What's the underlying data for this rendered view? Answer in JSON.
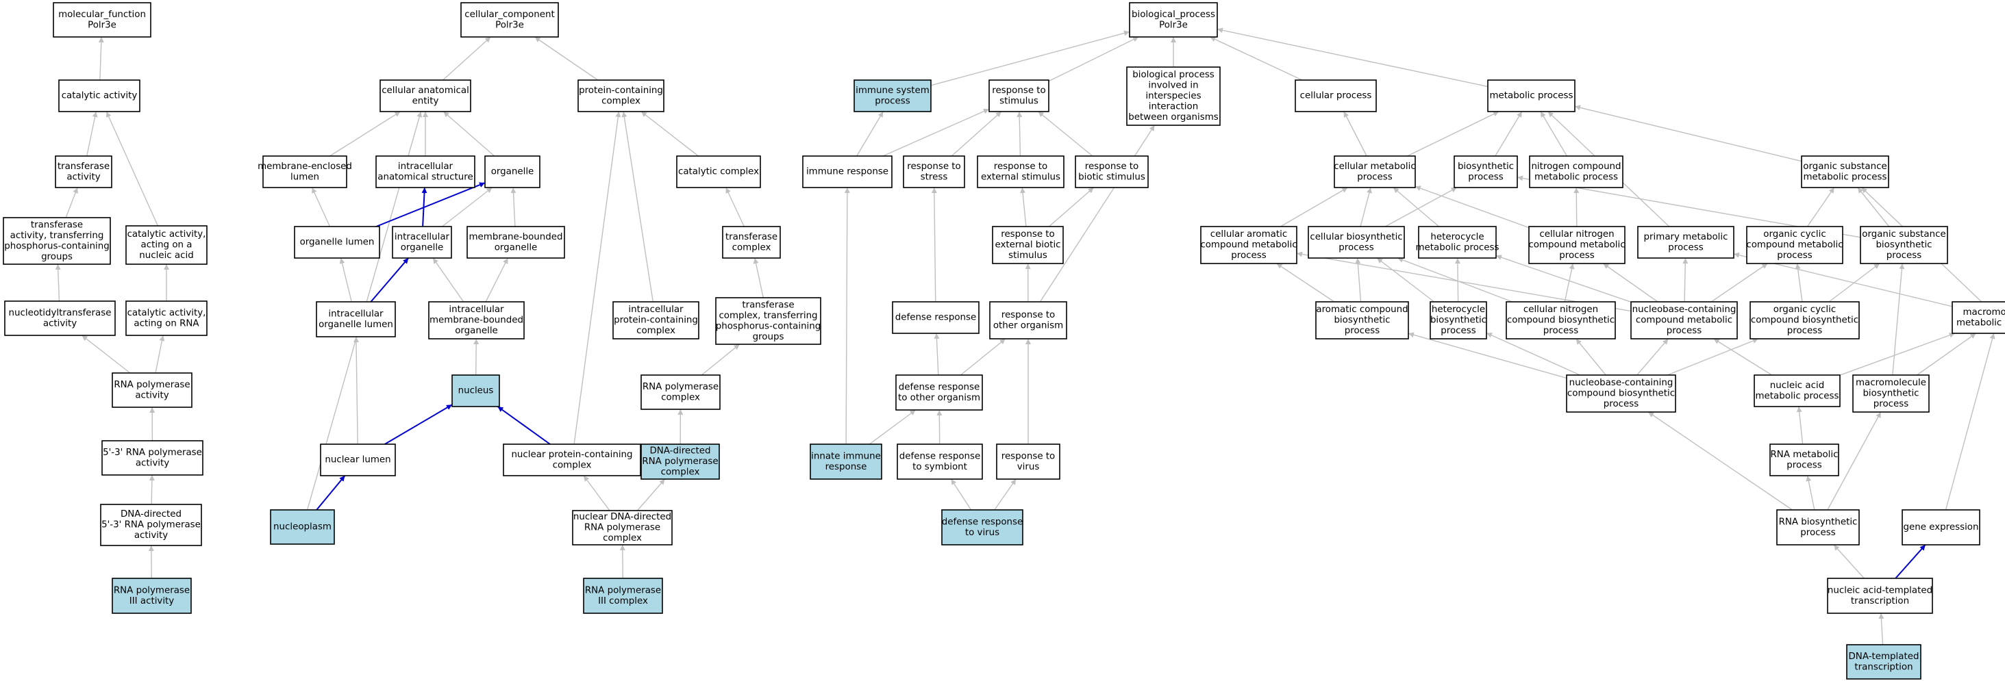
{
  "colors": {
    "plain_fill": "#ffffff",
    "highlight_fill": "#add8e6",
    "gray_edge": "#c0c0c0",
    "blue_edge": "#0000cc"
  },
  "nodes": [
    {
      "id": "mf",
      "lines": [
        "molecular_function",
        "Polr3e"
      ],
      "hl": false
    },
    {
      "id": "ca",
      "lines": [
        "catalytic activity"
      ],
      "hl": false
    },
    {
      "id": "ta",
      "lines": [
        "transferase",
        "activity"
      ],
      "hl": false
    },
    {
      "id": "tatp",
      "lines": [
        "transferase",
        "activity, transferring",
        "phosphorus-containing",
        "groups"
      ],
      "hl": false
    },
    {
      "id": "ntt",
      "lines": [
        "nucleotidyltransferase",
        "activity"
      ],
      "hl": false
    },
    {
      "id": "cana",
      "lines": [
        "catalytic activity,",
        "acting on a",
        "nucleic acid"
      ],
      "hl": false
    },
    {
      "id": "carna",
      "lines": [
        "catalytic activity,",
        "acting on RNA"
      ],
      "hl": false
    },
    {
      "id": "rnapa",
      "lines": [
        "RNA polymerase",
        "activity"
      ],
      "hl": false
    },
    {
      "id": "rna53",
      "lines": [
        "5'-3' RNA polymerase",
        "activity"
      ],
      "hl": false
    },
    {
      "id": "ddrna53",
      "lines": [
        "DNA-directed",
        "5'-3' RNA polymerase",
        "activity"
      ],
      "hl": false
    },
    {
      "id": "rnap3a",
      "lines": [
        "RNA polymerase",
        "III activity"
      ],
      "hl": true
    },
    {
      "id": "cc",
      "lines": [
        "cellular_component",
        "Polr3e"
      ],
      "hl": false
    },
    {
      "id": "cae",
      "lines": [
        "cellular anatomical",
        "entity"
      ],
      "hl": false
    },
    {
      "id": "pcc",
      "lines": [
        "protein-containing",
        "complex"
      ],
      "hl": false
    },
    {
      "id": "mel",
      "lines": [
        "membrane-enclosed",
        "lumen"
      ],
      "hl": false
    },
    {
      "id": "ias",
      "lines": [
        "intracellular",
        "anatomical structure"
      ],
      "hl": false
    },
    {
      "id": "org",
      "lines": [
        "organelle"
      ],
      "hl": false
    },
    {
      "id": "orgl",
      "lines": [
        "organelle lumen"
      ],
      "hl": false
    },
    {
      "id": "io",
      "lines": [
        "intracellular",
        "organelle"
      ],
      "hl": false
    },
    {
      "id": "mbo",
      "lines": [
        "membrane-bounded",
        "organelle"
      ],
      "hl": false
    },
    {
      "id": "iol",
      "lines": [
        "intracellular",
        "organelle lumen"
      ],
      "hl": false
    },
    {
      "id": "imbo",
      "lines": [
        "intracellular",
        "membrane-bounded",
        "organelle"
      ],
      "hl": false
    },
    {
      "id": "nuc",
      "lines": [
        "nucleus"
      ],
      "hl": true
    },
    {
      "id": "nl",
      "lines": [
        "nuclear lumen"
      ],
      "hl": false
    },
    {
      "id": "nuclp",
      "lines": [
        "nucleoplasm"
      ],
      "hl": true
    },
    {
      "id": "npcc",
      "lines": [
        "nuclear protein-containing",
        "complex"
      ],
      "hl": false
    },
    {
      "id": "catc",
      "lines": [
        "catalytic complex"
      ],
      "hl": false
    },
    {
      "id": "tc",
      "lines": [
        "transferase",
        "complex"
      ],
      "hl": false
    },
    {
      "id": "tctp",
      "lines": [
        "transferase",
        "complex, transferring",
        "phosphorus-containing",
        "groups"
      ],
      "hl": false
    },
    {
      "id": "ipcc",
      "lines": [
        "intracellular",
        "protein-containing",
        "complex"
      ],
      "hl": false
    },
    {
      "id": "rnapc",
      "lines": [
        "RNA polymerase",
        "complex"
      ],
      "hl": false
    },
    {
      "id": "ddrnapc",
      "lines": [
        "DNA-directed",
        "RNA polymerase",
        "complex"
      ],
      "hl": true
    },
    {
      "id": "nddrnapc",
      "lines": [
        "nuclear DNA-directed",
        "RNA polymerase",
        "complex"
      ],
      "hl": false
    },
    {
      "id": "rnap3c",
      "lines": [
        "RNA polymerase",
        "III complex"
      ],
      "hl": true
    },
    {
      "id": "bp",
      "lines": [
        "biological_process",
        "Polr3e"
      ],
      "hl": false
    },
    {
      "id": "isp",
      "lines": [
        "immune system",
        "process"
      ],
      "hl": true
    },
    {
      "id": "rts",
      "lines": [
        "response to",
        "stimulus"
      ],
      "hl": false
    },
    {
      "id": "bpii",
      "lines": [
        "biological process",
        "involved in",
        "interspecies",
        "interaction",
        "between organisms"
      ],
      "hl": false
    },
    {
      "id": "cp",
      "lines": [
        "cellular process"
      ],
      "hl": false
    },
    {
      "id": "mp",
      "lines": [
        "metabolic process"
      ],
      "hl": false
    },
    {
      "id": "ir",
      "lines": [
        "immune response"
      ],
      "hl": false
    },
    {
      "id": "rtst",
      "lines": [
        "response to",
        "stress"
      ],
      "hl": false
    },
    {
      "id": "rtes",
      "lines": [
        "response to",
        "external stimulus"
      ],
      "hl": false
    },
    {
      "id": "rtbs",
      "lines": [
        "response to",
        "biotic stimulus"
      ],
      "hl": false
    },
    {
      "id": "rtebs",
      "lines": [
        "response to",
        "external biotic",
        "stimulus"
      ],
      "hl": false
    },
    {
      "id": "dr",
      "lines": [
        "defense response"
      ],
      "hl": false
    },
    {
      "id": "rtoo",
      "lines": [
        "response to",
        "other organism"
      ],
      "hl": false
    },
    {
      "id": "drtoo",
      "lines": [
        "defense response",
        "to other organism"
      ],
      "hl": false
    },
    {
      "id": "iir",
      "lines": [
        "innate immune",
        "response"
      ],
      "hl": true
    },
    {
      "id": "drts",
      "lines": [
        "defense response",
        "to symbiont"
      ],
      "hl": false
    },
    {
      "id": "rtv",
      "lines": [
        "response to",
        "virus"
      ],
      "hl": false
    },
    {
      "id": "drtv",
      "lines": [
        "defense response",
        "to virus"
      ],
      "hl": true
    },
    {
      "id": "cmp",
      "lines": [
        "cellular metabolic",
        "process"
      ],
      "hl": false
    },
    {
      "id": "bsp",
      "lines": [
        "biosynthetic",
        "process"
      ],
      "hl": false
    },
    {
      "id": "ncmp",
      "lines": [
        "nitrogen compound",
        "metabolic process"
      ],
      "hl": false
    },
    {
      "id": "osmp",
      "lines": [
        "organic substance",
        "metabolic process"
      ],
      "hl": false
    },
    {
      "id": "cacmp",
      "lines": [
        "cellular aromatic",
        "compound metabolic",
        "process"
      ],
      "hl": false
    },
    {
      "id": "cbp",
      "lines": [
        "cellular biosynthetic",
        "process"
      ],
      "hl": false
    },
    {
      "id": "hmp",
      "lines": [
        "heterocycle",
        "metabolic process"
      ],
      "hl": false
    },
    {
      "id": "cncmp",
      "lines": [
        "cellular nitrogen",
        "compound metabolic",
        "process"
      ],
      "hl": false
    },
    {
      "id": "pmp",
      "lines": [
        "primary metabolic",
        "process"
      ],
      "hl": false
    },
    {
      "id": "occmp",
      "lines": [
        "organic cyclic",
        "compound metabolic",
        "process"
      ],
      "hl": false
    },
    {
      "id": "osbp",
      "lines": [
        "organic substance",
        "biosynthetic",
        "process"
      ],
      "hl": false
    },
    {
      "id": "acbp",
      "lines": [
        "aromatic compound",
        "biosynthetic",
        "process"
      ],
      "hl": false
    },
    {
      "id": "hbp",
      "lines": [
        "heterocycle",
        "biosynthetic",
        "process"
      ],
      "hl": false
    },
    {
      "id": "cncbp",
      "lines": [
        "cellular nitrogen",
        "compound biosynthetic",
        "process"
      ],
      "hl": false
    },
    {
      "id": "nbcmp",
      "lines": [
        "nucleobase-containing",
        "compound metabolic",
        "process"
      ],
      "hl": false
    },
    {
      "id": "occbp",
      "lines": [
        "organic cyclic",
        "compound biosynthetic",
        "process"
      ],
      "hl": false
    },
    {
      "id": "mmp",
      "lines": [
        "macromolecule",
        "metabolic process"
      ],
      "hl": false
    },
    {
      "id": "nbcbp",
      "lines": [
        "nucleobase-containing",
        "compound biosynthetic",
        "process"
      ],
      "hl": false
    },
    {
      "id": "namp",
      "lines": [
        "nucleic acid",
        "metabolic process"
      ],
      "hl": false
    },
    {
      "id": "mbp",
      "lines": [
        "macromolecule",
        "biosynthetic",
        "process"
      ],
      "hl": false
    },
    {
      "id": "rnamp",
      "lines": [
        "RNA metabolic",
        "process"
      ],
      "hl": false
    },
    {
      "id": "rnabp",
      "lines": [
        "RNA biosynthetic",
        "process"
      ],
      "hl": false
    },
    {
      "id": "ge",
      "lines": [
        "gene expression"
      ],
      "hl": false
    },
    {
      "id": "natt",
      "lines": [
        "nucleic acid-templated",
        "transcription"
      ],
      "hl": false
    },
    {
      "id": "dtt",
      "lines": [
        "DNA-templated",
        "transcription"
      ],
      "hl": true
    }
  ],
  "edges": [
    [
      "ca",
      "mf",
      0
    ],
    [
      "ta",
      "ca",
      0
    ],
    [
      "tatp",
      "ta",
      0
    ],
    [
      "ntt",
      "tatp",
      0
    ],
    [
      "cana",
      "ca",
      0
    ],
    [
      "carna",
      "cana",
      0
    ],
    [
      "rnapa",
      "ntt",
      0
    ],
    [
      "rnapa",
      "carna",
      0
    ],
    [
      "rna53",
      "rnapa",
      0
    ],
    [
      "ddrna53",
      "rna53",
      0
    ],
    [
      "rnap3a",
      "ddrna53",
      0
    ],
    [
      "cae",
      "cc",
      0
    ],
    [
      "pcc",
      "cc",
      0
    ],
    [
      "mel",
      "cae",
      0
    ],
    [
      "ias",
      "cae",
      0
    ],
    [
      "org",
      "cae",
      0
    ],
    [
      "nuclp",
      "cae",
      0
    ],
    [
      "orgl",
      "mel",
      0
    ],
    [
      "orgl",
      "org",
      1
    ],
    [
      "io",
      "ias",
      1
    ],
    [
      "io",
      "org",
      0
    ],
    [
      "mbo",
      "org",
      0
    ],
    [
      "iol",
      "orgl",
      0
    ],
    [
      "iol",
      "io",
      1
    ],
    [
      "imbo",
      "io",
      0
    ],
    [
      "imbo",
      "mbo",
      0
    ],
    [
      "nuc",
      "imbo",
      0
    ],
    [
      "nl",
      "iol",
      0
    ],
    [
      "nl",
      "nuc",
      1
    ],
    [
      "nuclp",
      "nl",
      1
    ],
    [
      "npcc",
      "nuc",
      1
    ],
    [
      "npcc",
      "pcc",
      0
    ],
    [
      "catc",
      "pcc",
      0
    ],
    [
      "tc",
      "catc",
      0
    ],
    [
      "tctp",
      "tc",
      0
    ],
    [
      "ipcc",
      "pcc",
      0
    ],
    [
      "rnapc",
      "tctp",
      0
    ],
    [
      "ddrnapc",
      "rnapc",
      0
    ],
    [
      "nddrnapc",
      "npcc",
      0
    ],
    [
      "nddrnapc",
      "ddrnapc",
      0
    ],
    [
      "rnap3c",
      "nddrnapc",
      0
    ],
    [
      "isp",
      "bp",
      0
    ],
    [
      "rts",
      "bp",
      0
    ],
    [
      "bpii",
      "bp",
      0
    ],
    [
      "cp",
      "bp",
      0
    ],
    [
      "mp",
      "bp",
      0
    ],
    [
      "ir",
      "isp",
      0
    ],
    [
      "ir",
      "rts",
      0
    ],
    [
      "rtst",
      "rts",
      0
    ],
    [
      "rtes",
      "rts",
      0
    ],
    [
      "rtbs",
      "rts",
      0
    ],
    [
      "rtebs",
      "rtes",
      0
    ],
    [
      "rtebs",
      "rtbs",
      0
    ],
    [
      "dr",
      "rtst",
      0
    ],
    [
      "rtoo",
      "rtebs",
      0
    ],
    [
      "rtoo",
      "bpii",
      0
    ],
    [
      "drtoo",
      "dr",
      0
    ],
    [
      "drtoo",
      "rtoo",
      0
    ],
    [
      "iir",
      "ir",
      0
    ],
    [
      "iir",
      "drtoo",
      0
    ],
    [
      "drts",
      "drtoo",
      0
    ],
    [
      "rtv",
      "rtoo",
      0
    ],
    [
      "drtv",
      "drts",
      0
    ],
    [
      "drtv",
      "rtv",
      0
    ],
    [
      "cmp",
      "cp",
      0
    ],
    [
      "cmp",
      "mp",
      0
    ],
    [
      "bsp",
      "mp",
      0
    ],
    [
      "ncmp",
      "mp",
      0
    ],
    [
      "osmp",
      "mp",
      0
    ],
    [
      "pmp",
      "mp",
      0
    ],
    [
      "cacmp",
      "cmp",
      0
    ],
    [
      "cbp",
      "cmp",
      0
    ],
    [
      "cbp",
      "bsp",
      0
    ],
    [
      "hmp",
      "cmp",
      0
    ],
    [
      "cncmp",
      "cmp",
      0
    ],
    [
      "cncmp",
      "ncmp",
      0
    ],
    [
      "occmp",
      "osmp",
      0
    ],
    [
      "osbp",
      "osmp",
      0
    ],
    [
      "osbp",
      "bsp",
      0
    ],
    [
      "acbp",
      "cacmp",
      0
    ],
    [
      "acbp",
      "cbp",
      0
    ],
    [
      "hbp",
      "hmp",
      0
    ],
    [
      "hbp",
      "cbp",
      0
    ],
    [
      "cncbp",
      "cncmp",
      0
    ],
    [
      "cncbp",
      "cbp",
      0
    ],
    [
      "nbcmp",
      "cacmp",
      0
    ],
    [
      "nbcmp",
      "hmp",
      0
    ],
    [
      "nbcmp",
      "cncmp",
      0
    ],
    [
      "nbcmp",
      "occmp",
      0
    ],
    [
      "nbcmp",
      "pmp",
      0
    ],
    [
      "occbp",
      "occmp",
      0
    ],
    [
      "occbp",
      "osbp",
      0
    ],
    [
      "mmp",
      "osmp",
      0
    ],
    [
      "mmp",
      "pmp",
      0
    ],
    [
      "nbcbp",
      "acbp",
      0
    ],
    [
      "nbcbp",
      "hbp",
      0
    ],
    [
      "nbcbp",
      "cncbp",
      0
    ],
    [
      "nbcbp",
      "nbcmp",
      0
    ],
    [
      "nbcbp",
      "occbp",
      0
    ],
    [
      "namp",
      "nbcmp",
      0
    ],
    [
      "namp",
      "mmp",
      0
    ],
    [
      "mbp",
      "mmp",
      0
    ],
    [
      "mbp",
      "osbp",
      0
    ],
    [
      "rnamp",
      "namp",
      0
    ],
    [
      "rnabp",
      "rnamp",
      0
    ],
    [
      "rnabp",
      "nbcbp",
      0
    ],
    [
      "rnabp",
      "mbp",
      0
    ],
    [
      "ge",
      "mmp",
      0
    ],
    [
      "natt",
      "rnabp",
      0
    ],
    [
      "natt",
      "ge",
      1
    ],
    [
      "dtt",
      "natt",
      0
    ]
  ]
}
